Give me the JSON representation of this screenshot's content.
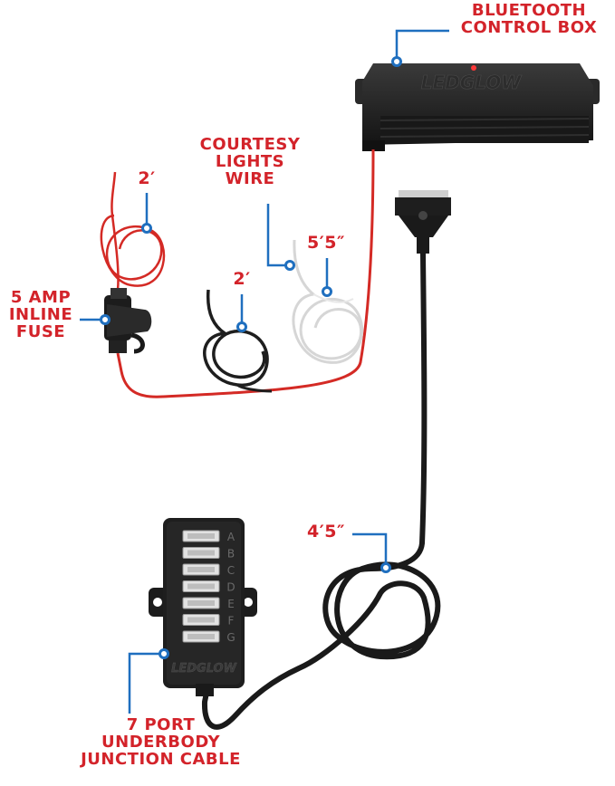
{
  "labels": {
    "bluetooth_box": [
      "BLUETOOTH",
      "CONTROL BOX"
    ],
    "courtesy_wire": [
      "COURTESY",
      "LIGHTS",
      "WIRE"
    ],
    "fuse": [
      "5 AMP",
      "INLINE",
      "FUSE"
    ],
    "junction": [
      "7 PORT",
      "UNDERBODY",
      "JUNCTION CABLE"
    ],
    "len_red": "2′",
    "len_black": "2′",
    "len_white": "5′5″",
    "len_main": "4′5″"
  },
  "brand": "LEDGLOW",
  "ports": [
    "A",
    "B",
    "C",
    "D",
    "E",
    "F",
    "G"
  ],
  "colors": {
    "label": "#d3232a",
    "leader": "#1f6fbf",
    "housing": "#1e1e1e",
    "red_wire": "#d42a25",
    "white_wire": "#eeeeee"
  }
}
